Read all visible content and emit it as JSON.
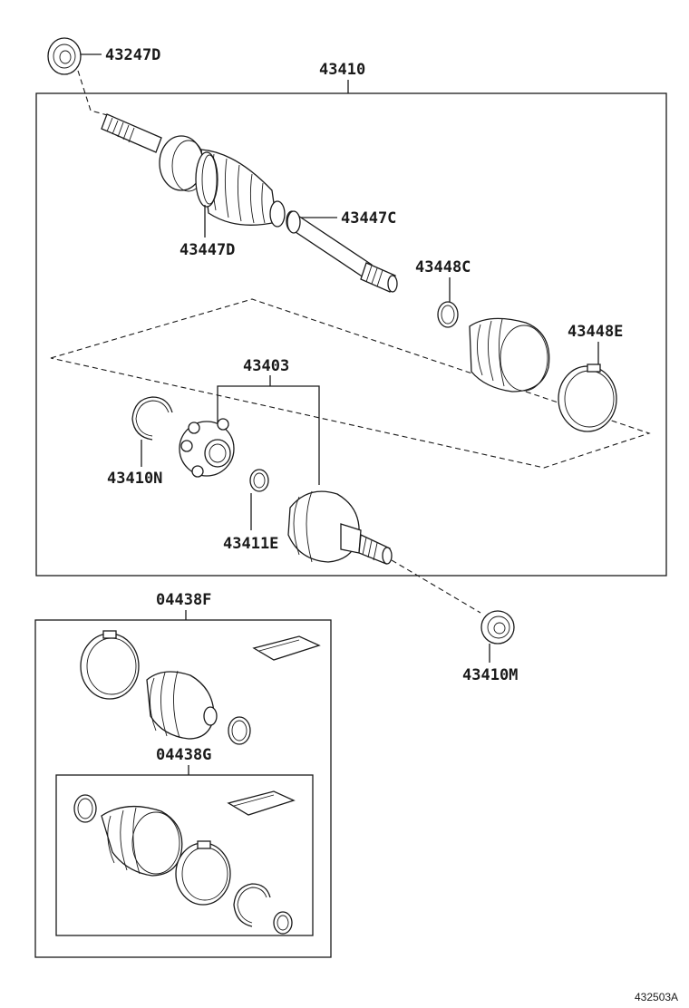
{
  "labels": {
    "p43247D": "43247D",
    "p43410": "43410",
    "p43447C": "43447C",
    "p43447D": "43447D",
    "p43448C": "43448C",
    "p43448E": "43448E",
    "p43403": "43403",
    "p43410N": "43410N",
    "p43411E": "43411E",
    "p04438F": "04438F",
    "p04438G": "04438G",
    "p43410M": "43410M"
  },
  "reference_code": "432503A"
}
